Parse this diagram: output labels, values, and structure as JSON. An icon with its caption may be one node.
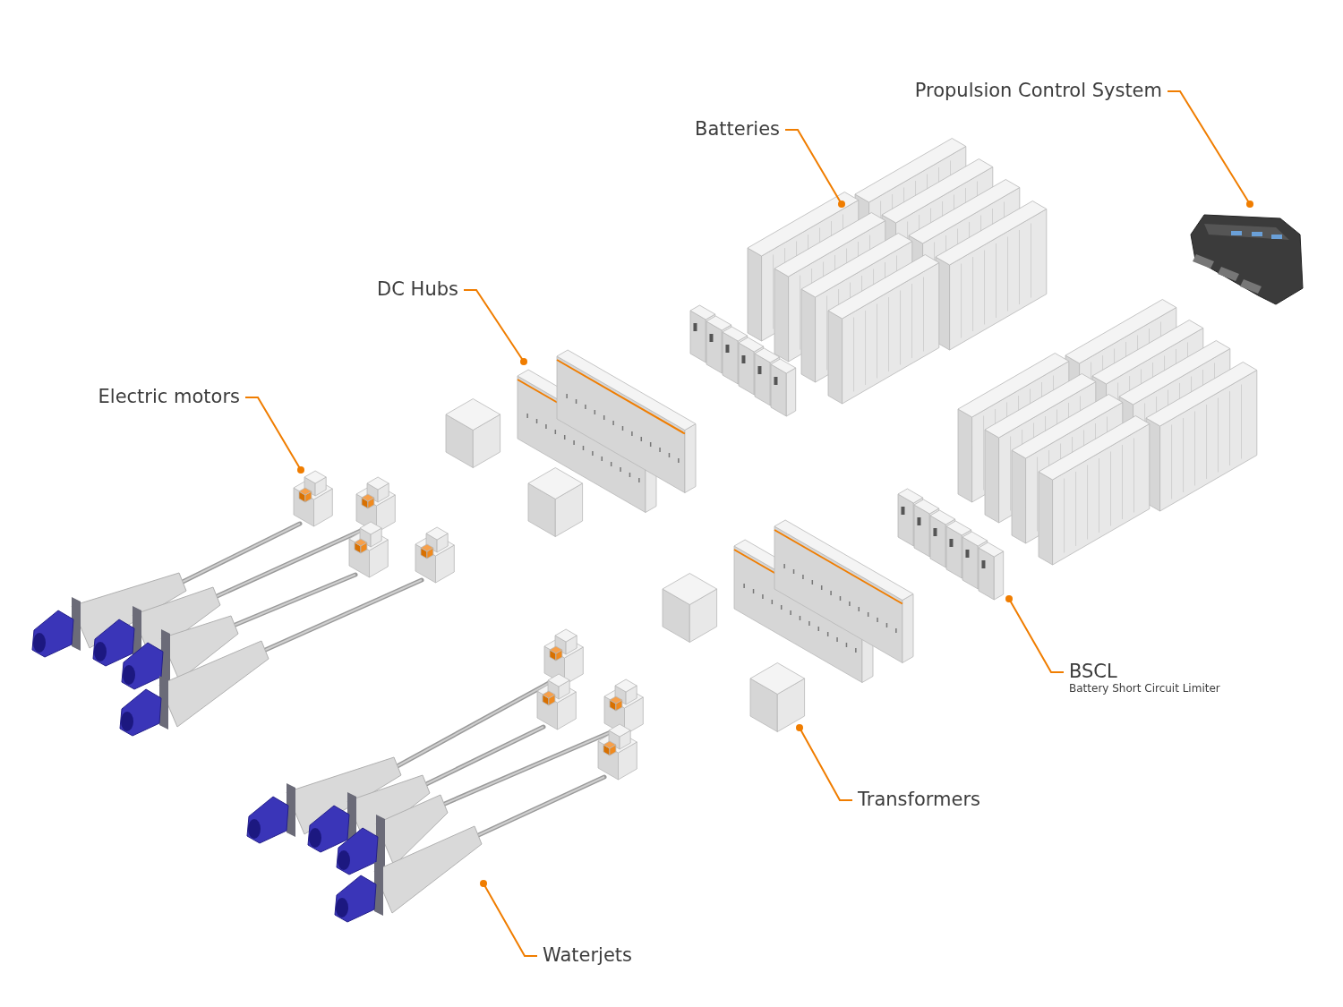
{
  "diagram": {
    "nodes": [
      {
        "text": [
          "Propulsion Control System"
        ]
      },
      {
        "text": [],
        "shape": "picture"
      },
      {
        "text": [
          "Batteries"
        ]
      },
      {
        "text": [],
        "shape": "picture"
      },
      {
        "text": [
          "DC Hubs"
        ]
      },
      {
        "text": [],
        "shape": "picture"
      },
      {
        "text": [
          "Electric motors"
        ]
      },
      {
        "text": [],
        "shape": "picture"
      },
      {
        "text": [
          "BSCL",
          "Battery Short Circuit Limiter"
        ]
      },
      {
        "text": [],
        "shape": "picture"
      },
      {
        "text": [
          "Transformers"
        ]
      },
      {
        "text": [],
        "shape": "picture"
      },
      {
        "text": [
          "Waterjets"
        ]
      },
      {
        "text": [],
        "shape": "picture"
      }
    ],
    "edges": [
      {
        "from": 0,
        "to": 1,
        "arrow": "other"
      },
      {
        "from": 2,
        "to": 3,
        "arrow": "other"
      },
      {
        "from": 4,
        "to": 5,
        "arrow": "other"
      },
      {
        "from": 6,
        "to": 7,
        "arrow": "other"
      },
      {
        "from": 8,
        "to": 9,
        "arrow": "other"
      },
      {
        "from": 10,
        "to": 11,
        "arrow": "other"
      },
      {
        "from": 12,
        "to": 13,
        "arrow": "other"
      }
    ]
  }
}
